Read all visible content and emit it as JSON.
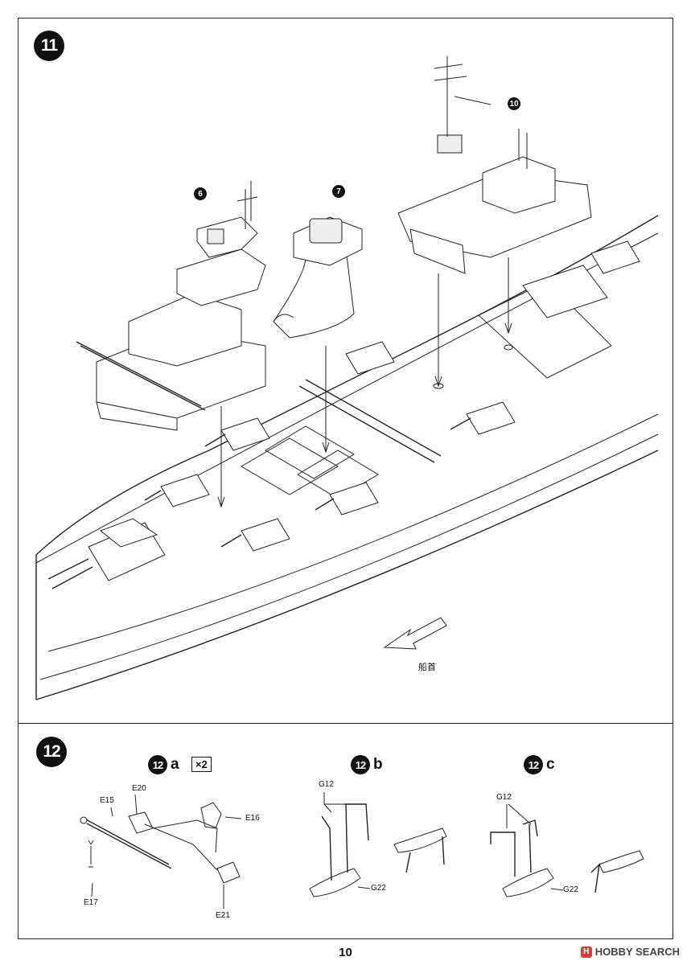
{
  "steps": {
    "step11": {
      "number": "11",
      "callouts": [
        "6",
        "7",
        "10"
      ],
      "bow_label": "船首"
    },
    "step12": {
      "number": "12",
      "sub_a": {
        "num": "12",
        "letter": "a",
        "multiplier": "×2",
        "parts": [
          "E20",
          "E15",
          "E16",
          "E17",
          "E21"
        ]
      },
      "sub_b": {
        "num": "12",
        "letter": "b",
        "parts": [
          "G12",
          "G22"
        ]
      },
      "sub_c": {
        "num": "12",
        "letter": "c",
        "parts": [
          "G12",
          "G22"
        ]
      }
    }
  },
  "page_number": "10",
  "watermark": {
    "icon": "H",
    "text": "HOBBY SEARCH"
  }
}
